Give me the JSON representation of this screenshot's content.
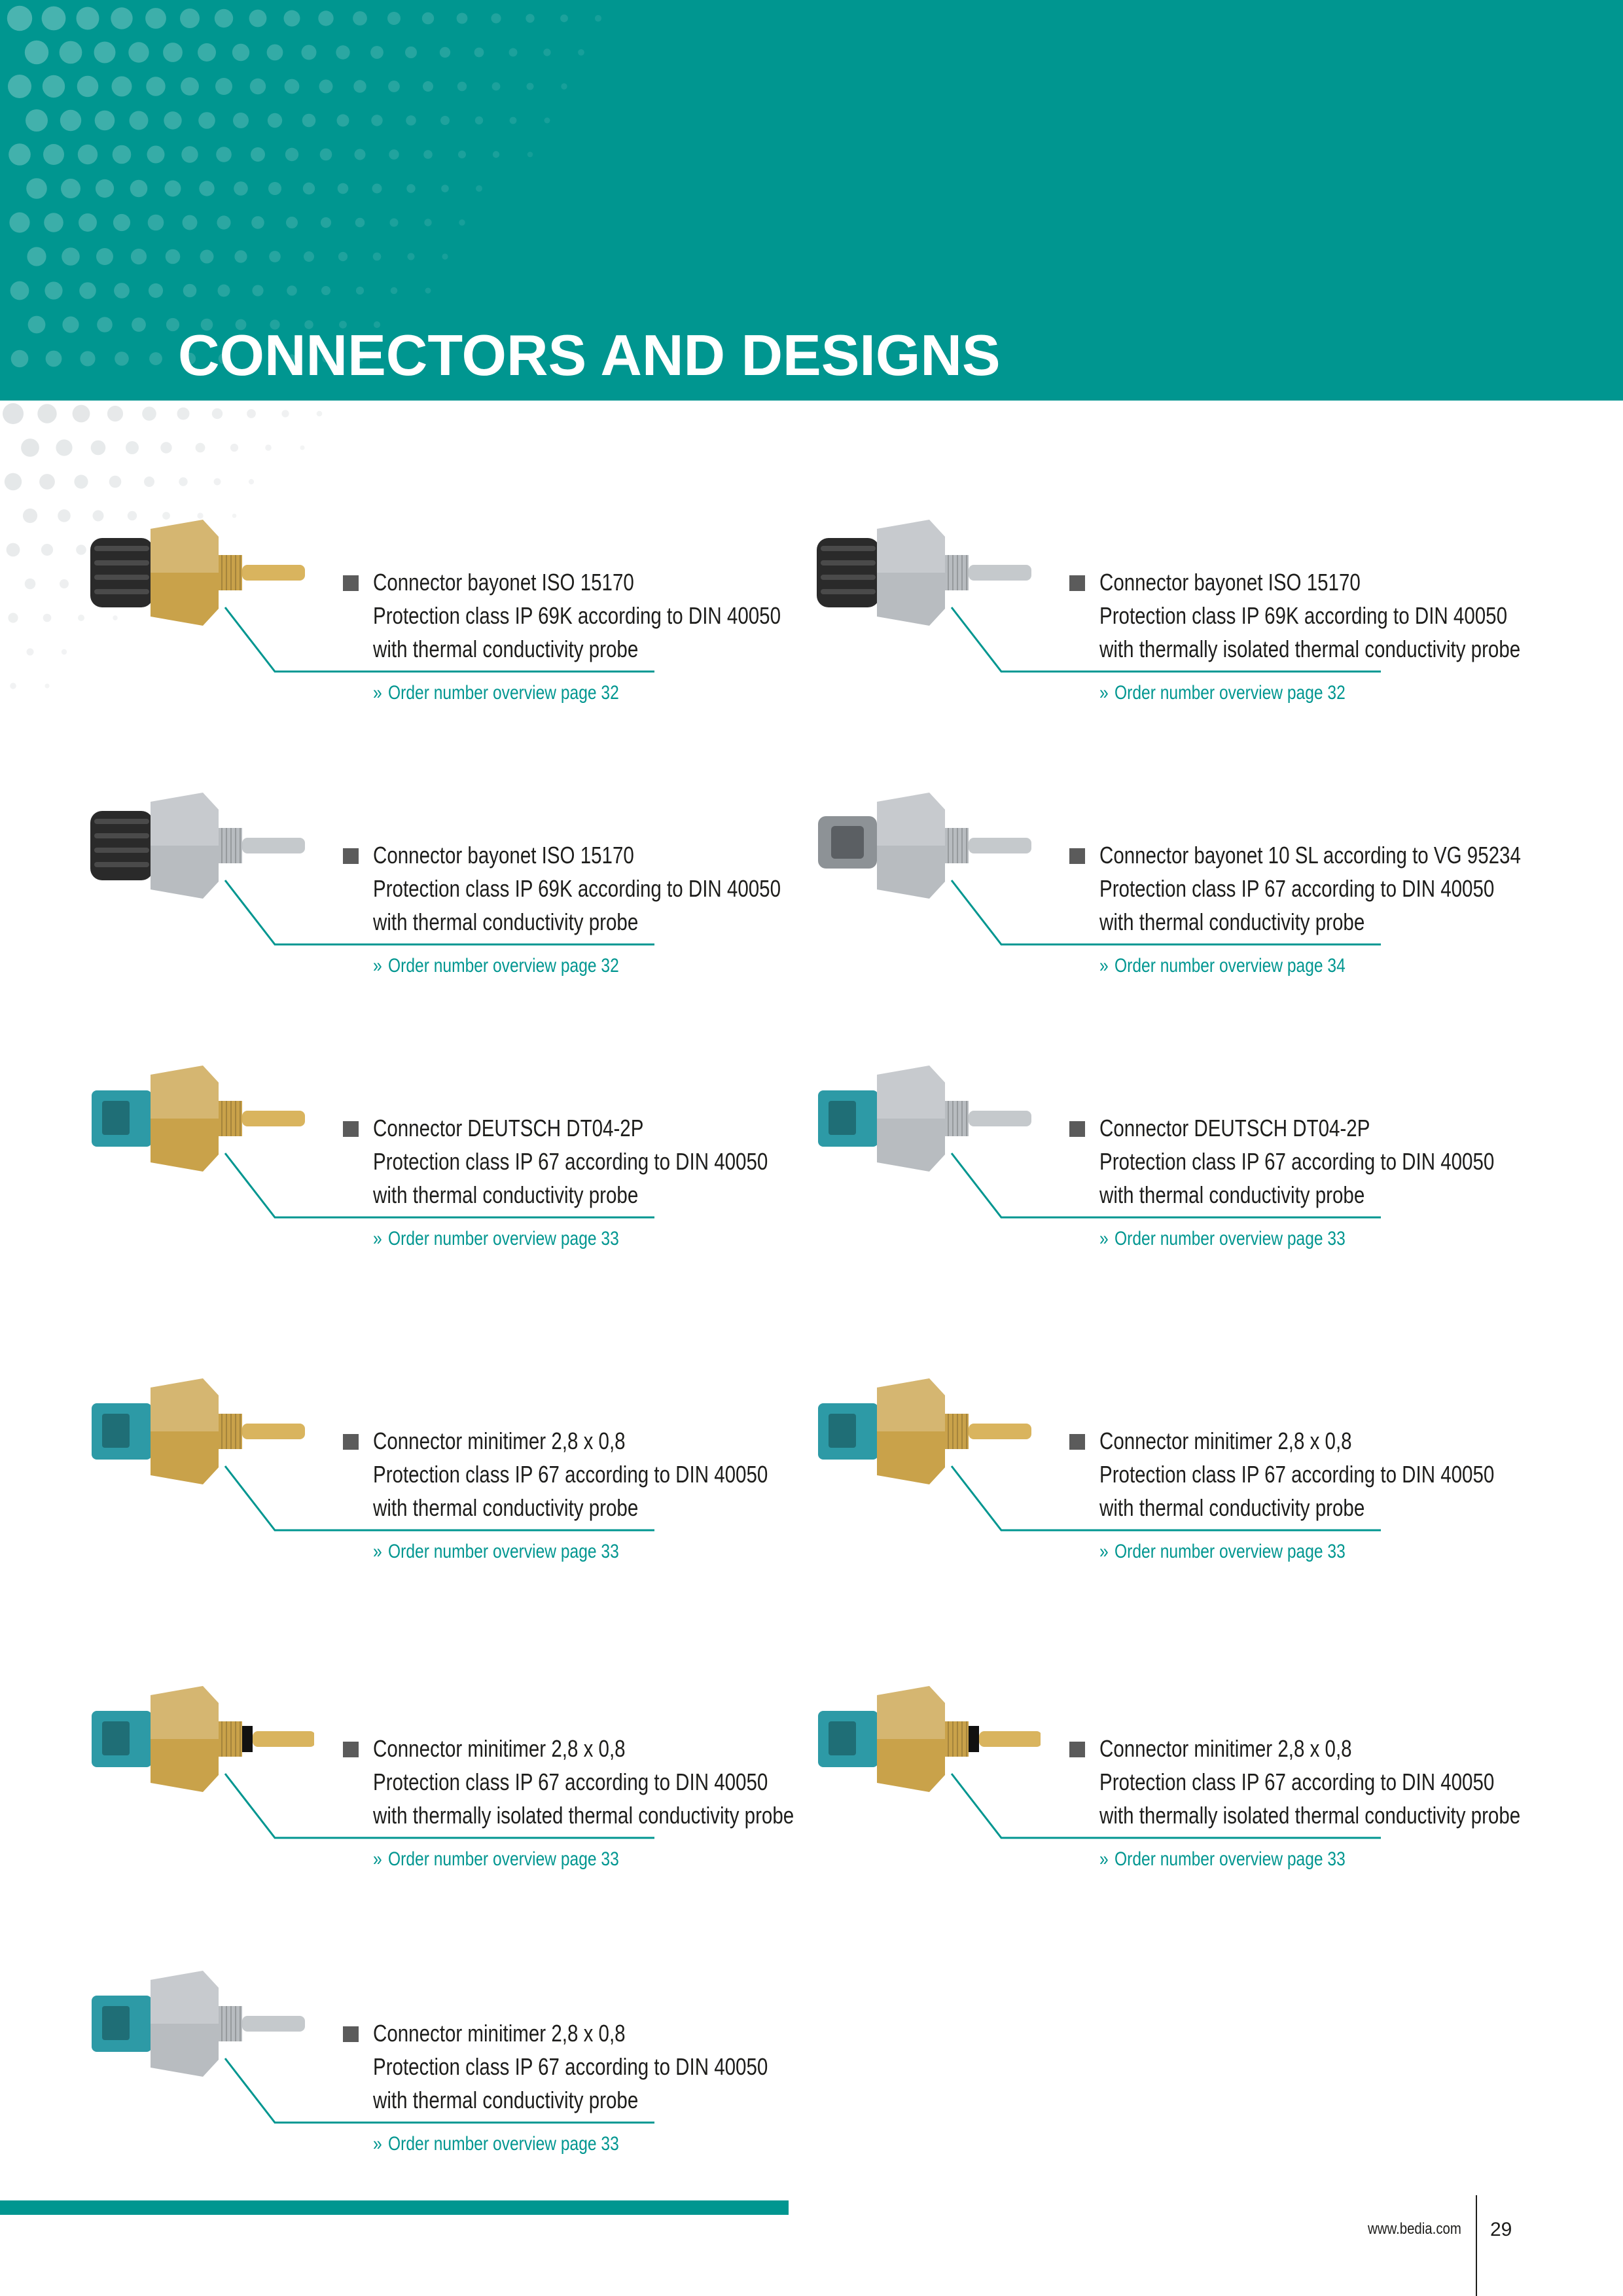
{
  "header": {
    "title": "CONNECTORS AND DESIGNS",
    "color": "#009690"
  },
  "products": [
    {
      "photo": "sensor-bayonet-brass-icon",
      "lines": [
        "Connector bayonet ISO 15170",
        "Protection class IP 69K according to DIN 40050",
        "with thermal conductivity probe"
      ],
      "link": "Order number overview page 32"
    },
    {
      "photo": "sensor-bayonet-steel-icon",
      "lines": [
        "Connector bayonet ISO 15170",
        "Protection class IP 69K according to DIN 40050",
        "with thermally isolated thermal conductivity probe"
      ],
      "link": "Order number overview page 32"
    },
    {
      "photo": "sensor-bayonet-steel-icon",
      "lines": [
        "Connector bayonet ISO 15170",
        "Protection class IP 69K according to DIN 40050",
        "with thermal conductivity probe"
      ],
      "link": "Order number overview page 32"
    },
    {
      "photo": "sensor-10sl-steel-icon",
      "lines": [
        "Connector bayonet 10 SL according to VG 95234",
        "Protection class IP 67 according to DIN 40050",
        "with thermal conductivity probe"
      ],
      "link": "Order number overview page 34"
    },
    {
      "photo": "sensor-deutsch-brass-icon",
      "lines": [
        "Connector DEUTSCH DT04-2P",
        "Protection class IP 67 according to DIN 40050",
        "with thermal conductivity probe"
      ],
      "link": "Order number overview page 33"
    },
    {
      "photo": "sensor-deutsch-steel-icon",
      "lines": [
        "Connector DEUTSCH DT04-2P",
        "Protection class IP 67 according to DIN 40050",
        "with thermal conductivity probe"
      ],
      "link": "Order number overview page 33"
    },
    {
      "photo": "sensor-minitimer-brass-icon",
      "lines": [
        "Connector minitimer 2,8 x 0,8",
        "Protection class IP 67 according to DIN 40050",
        "with thermal conductivity probe"
      ],
      "link": "Order number overview page 33"
    },
    {
      "photo": "sensor-minitimer-brass-icon",
      "lines": [
        "Connector minitimer 2,8 x 0,8",
        "Protection class IP 67 according to DIN 40050",
        "with thermal conductivity probe"
      ],
      "link": "Order number overview page 33"
    },
    {
      "photo": "sensor-minitimer-isolated-icon",
      "lines": [
        "Connector minitimer 2,8 x 0,8",
        "Protection class IP 67 according to DIN 40050",
        "with thermally isolated thermal conductivity probe"
      ],
      "link": "Order number overview page 33"
    },
    {
      "photo": "sensor-minitimer-isolated-icon",
      "lines": [
        "Connector minitimer 2,8 x 0,8",
        "Protection class IP 67 according to DIN 40050",
        "with thermally isolated thermal conductivity probe"
      ],
      "link": "Order number overview page 33"
    },
    {
      "photo": "sensor-minitimer-steel-icon",
      "lines": [
        "Connector minitimer 2,8 x 0,8",
        "Protection class IP 67 according to DIN 40050",
        "with thermal conductivity probe"
      ],
      "link": "Order number overview page 33"
    }
  ],
  "link_prefix": "»",
  "footer": {
    "url": "www.bedia.com",
    "page_number": "29"
  },
  "colors": {
    "teal": "#009690",
    "bullet": "#5b5b5b",
    "brass": "#c9a24a",
    "steel": "#b8bcc0",
    "connector_blue": "#2d9aa6",
    "connector_black": "#2a2a2a"
  }
}
